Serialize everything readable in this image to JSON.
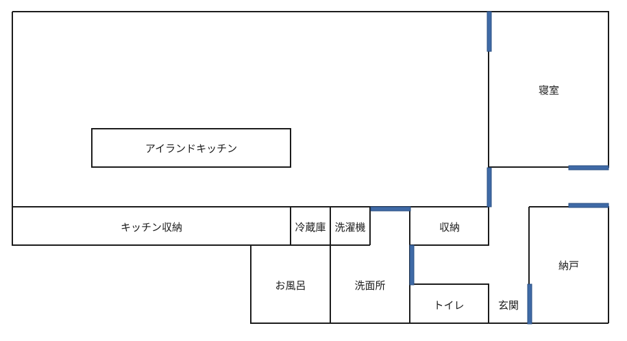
{
  "rooms": {
    "island_kitchen": "アイランドキッチン",
    "kitchen_storage": "キッチン収納",
    "refrigerator": "冷蔵庫",
    "washing_machine": "洗濯機",
    "storage": "収納",
    "bedroom": "寝室",
    "closet": "納戸",
    "bath": "お風呂",
    "washroom": "洗面所",
    "toilet": "トイレ",
    "entrance": "玄関"
  },
  "colors": {
    "wall": "#1a1a1a",
    "door": "#3f6aa6",
    "background": "#ffffff"
  }
}
